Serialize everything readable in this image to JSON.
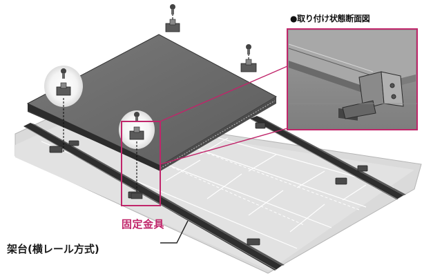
{
  "labels": {
    "section_title": "●取り付け状態断面図",
    "bracket": "固定金具",
    "frame": "架台(横レール方式)"
  },
  "colors": {
    "highlight": "#c0256a",
    "panel_face": "#6e6e6e",
    "panel_edge": "#3c3c3c",
    "roof": "#dcdcdc",
    "rail": "#2f2f2f"
  },
  "icons": [
    "bolt-icon",
    "clamp-icon"
  ]
}
